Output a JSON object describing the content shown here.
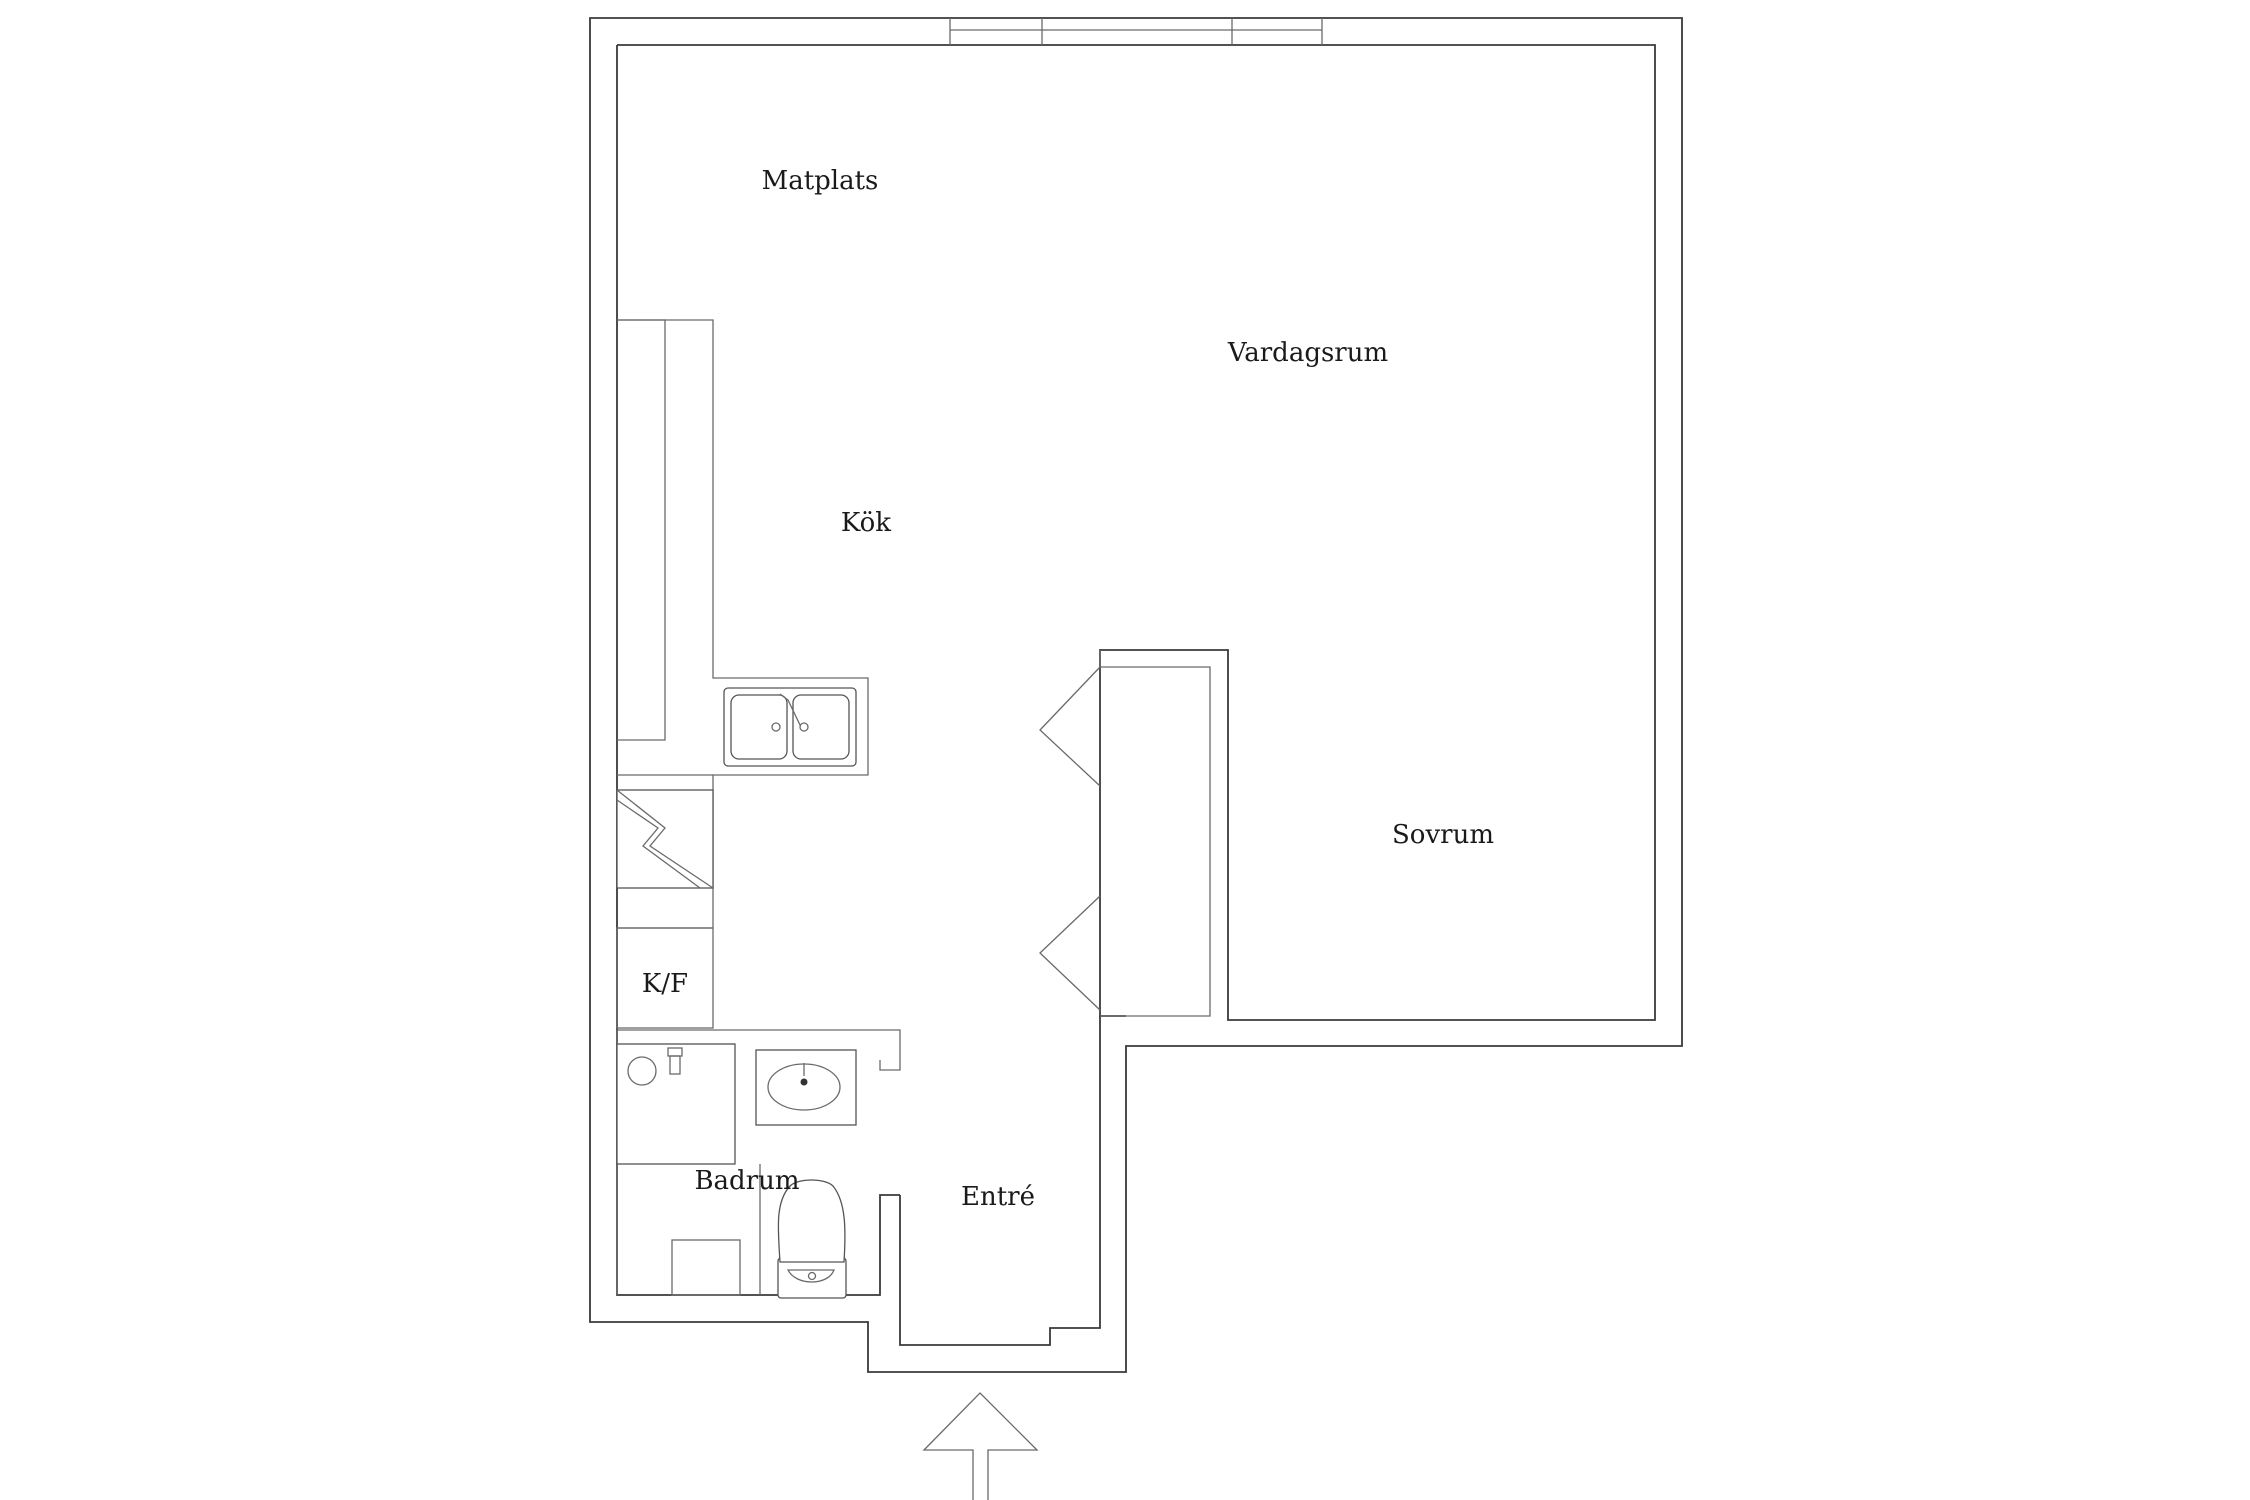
{
  "plan": {
    "rooms": [
      {
        "id": "matplats",
        "label": "Matplats"
      },
      {
        "id": "vardagsrum",
        "label": "Vardagsrum"
      },
      {
        "id": "kok",
        "label": "Kök"
      },
      {
        "id": "sovrum",
        "label": "Sovrum"
      },
      {
        "id": "kf",
        "label": "K/F"
      },
      {
        "id": "badrum",
        "label": "Badrum"
      },
      {
        "id": "entre",
        "label": "Entré"
      }
    ],
    "colors": {
      "background": "#ffffff",
      "wall": "#3a3a3a",
      "text": "#1a1a1a"
    },
    "icons": [
      "entrance-arrow-icon",
      "double-sink-icon",
      "stove-icon",
      "washbasin-icon",
      "toilet-icon",
      "shower-drain-icon"
    ]
  }
}
